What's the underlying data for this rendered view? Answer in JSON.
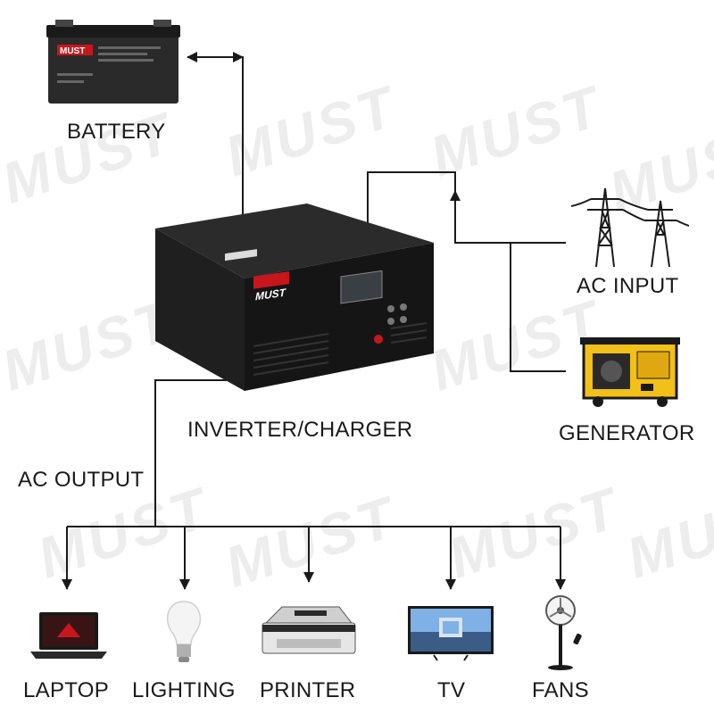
{
  "brand": "MUST",
  "labels": {
    "battery": "BATTERY",
    "inverter": "INVERTER/CHARGER",
    "ac_input": "AC INPUT",
    "generator": "GENERATOR",
    "ac_output": "AC OUTPUT"
  },
  "loads": [
    "LAPTOP",
    "LIGHTING",
    "PRINTER",
    "TV",
    "FANS"
  ],
  "colors": {
    "wire": "#1a1a1a",
    "accent": "#c8161d",
    "watermark": "#ededed"
  }
}
